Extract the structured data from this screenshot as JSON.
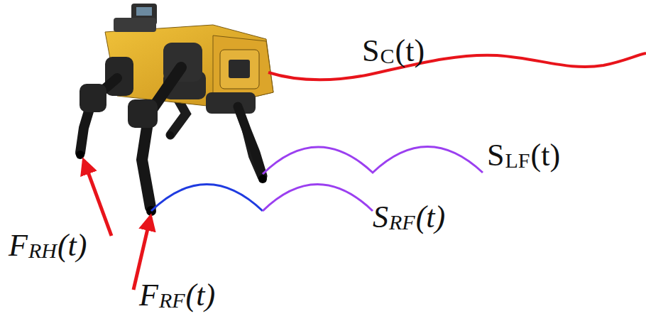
{
  "diagram": {
    "labels": [
      "S",
      "C",
      "(t)",
      "S",
      "LF",
      "(t)",
      "S",
      "RF",
      "(t)",
      "F",
      "RH",
      "(t)",
      "F",
      "RF",
      "(t)"
    ]
  }
}
